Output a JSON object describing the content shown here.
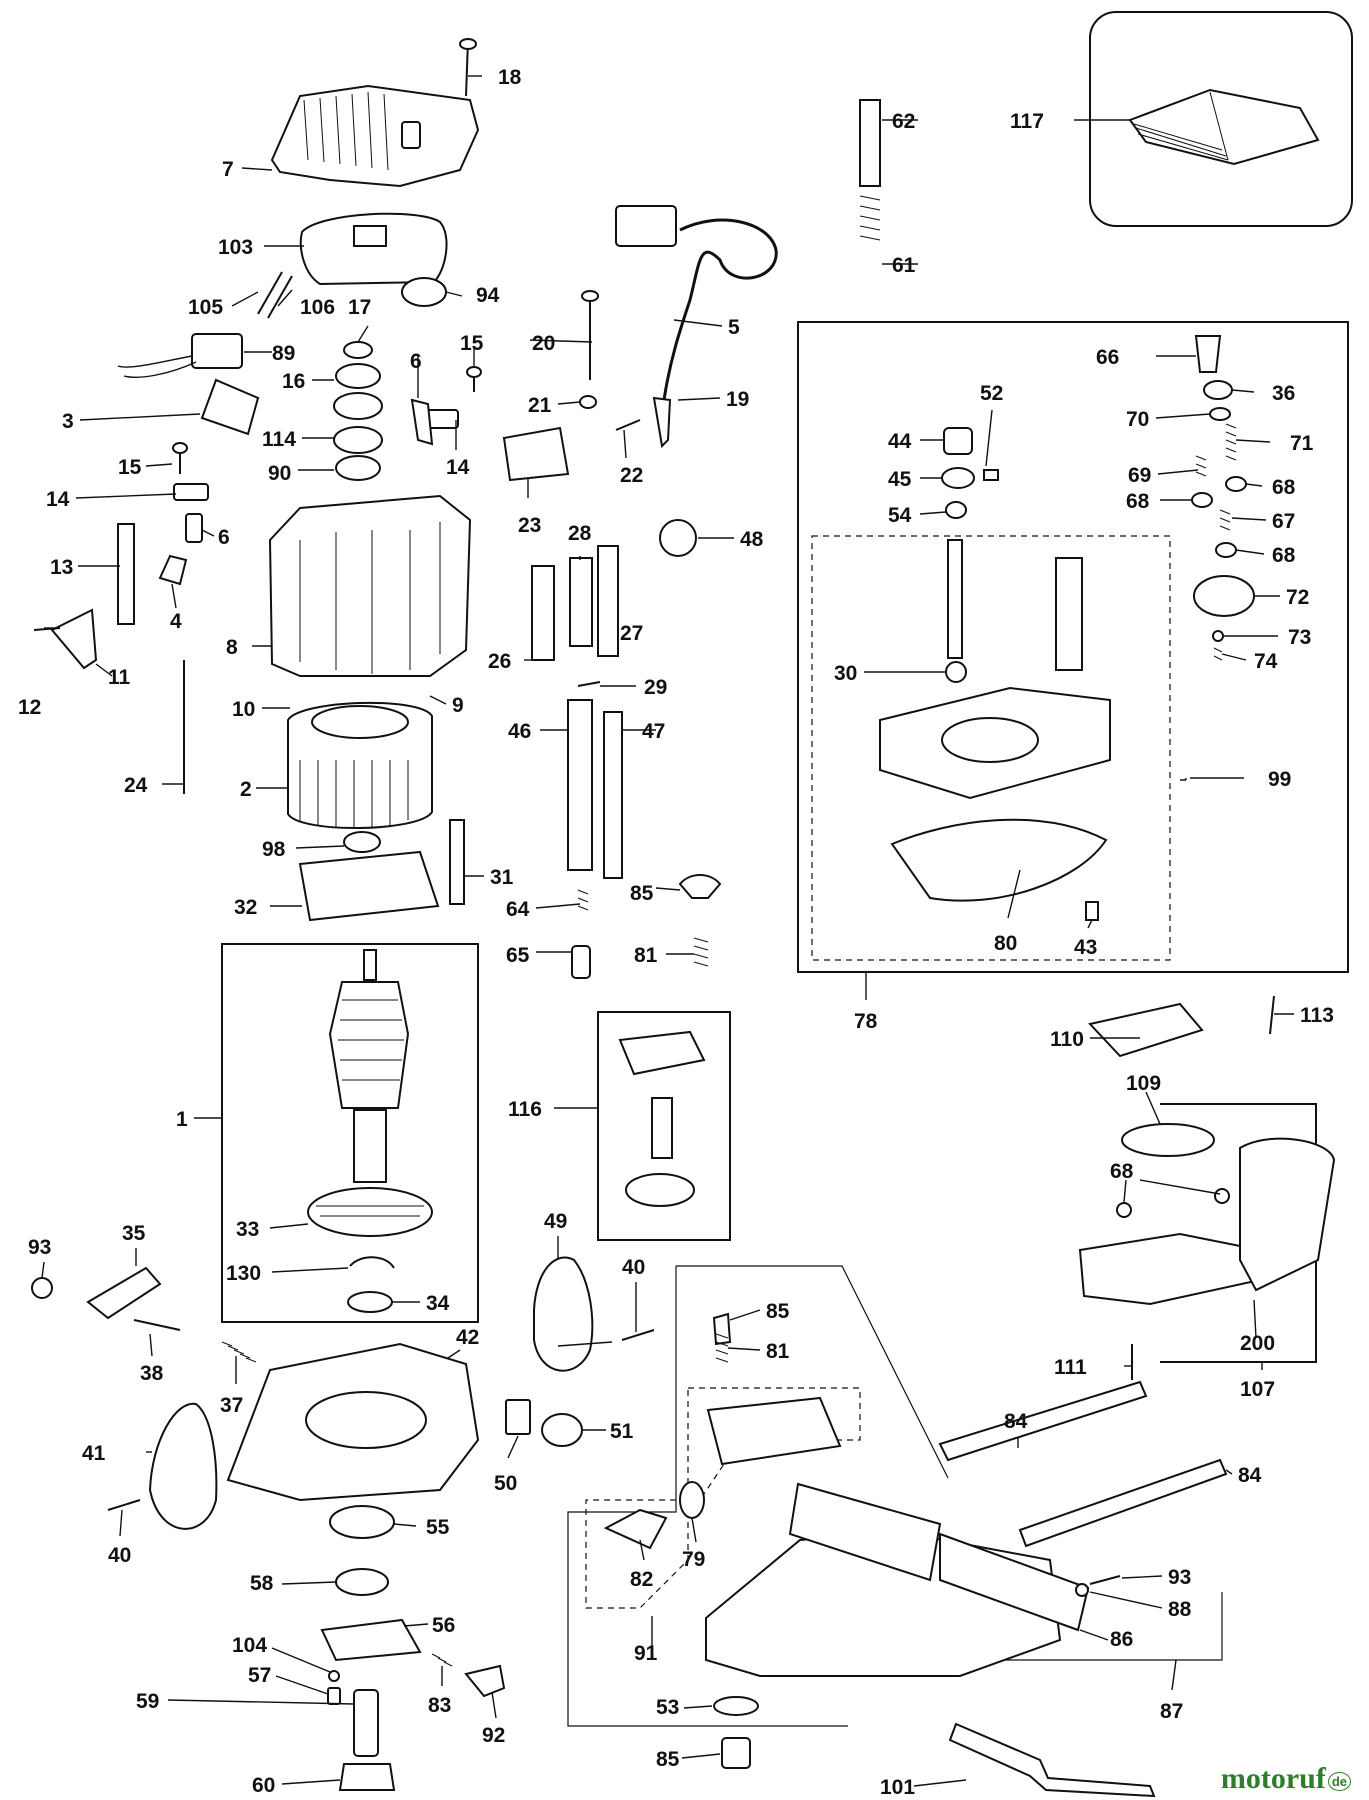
{
  "labels": {
    "p1": "1",
    "p2": "2",
    "p3": "3",
    "p4": "4",
    "p5": "5",
    "p6a": "6",
    "p6b": "6",
    "p7": "7",
    "p8": "8",
    "p9": "9",
    "p10": "10",
    "p11": "11",
    "p12": "12",
    "p13": "13",
    "p14a": "14",
    "p14b": "14",
    "p15a": "15",
    "p15b": "15",
    "p16": "16",
    "p17": "17",
    "p18": "18",
    "p19": "19",
    "p20": "20",
    "p21": "21",
    "p22": "22",
    "p23": "23",
    "p24": "24",
    "p26": "26",
    "p27": "27",
    "p28": "28",
    "p29": "29",
    "p30": "30",
    "p31": "31",
    "p32": "32",
    "p33": "33",
    "p34": "34",
    "p35": "35",
    "p36": "36",
    "p37": "37",
    "p38": "38",
    "p40a": "40",
    "p40b": "40",
    "p41": "41",
    "p42": "42",
    "p43": "43",
    "p44": "44",
    "p45": "45",
    "p46": "46",
    "p47": "47",
    "p48": "48",
    "p49": "49",
    "p50": "50",
    "p51": "51",
    "p52": "52",
    "p53": "53",
    "p54": "54",
    "p55": "55",
    "p56": "56",
    "p57": "57",
    "p58": "58",
    "p59": "59",
    "p60": "60",
    "p61": "61",
    "p62": "62",
    "p64": "64",
    "p65": "65",
    "p66": "66",
    "p67": "67",
    "p68a": "68",
    "p68b": "68",
    "p68c": "68",
    "p68d": "68",
    "p69": "69",
    "p70": "70",
    "p71": "71",
    "p72": "72",
    "p73": "73",
    "p74": "74",
    "p78": "78",
    "p79": "79",
    "p80": "80",
    "p81a": "81",
    "p81b": "81",
    "p82": "82",
    "p83": "83",
    "p84a": "84",
    "p84b": "84",
    "p85a": "85",
    "p85b": "85",
    "p85c": "85",
    "p86": "86",
    "p87": "87",
    "p88": "88",
    "p89": "89",
    "p90": "90",
    "p91": "91",
    "p92": "92",
    "p93a": "93",
    "p93b": "93",
    "p94": "94",
    "p98": "98",
    "p99": "99",
    "p101": "101",
    "p103": "103",
    "p104": "104",
    "p105": "105",
    "p106": "106",
    "p107": "107",
    "p109": "109",
    "p110": "110",
    "p111": "111",
    "p113": "113",
    "p114": "114",
    "p116": "116",
    "p117": "117",
    "p130": "130",
    "p200": "200"
  },
  "watermark": {
    "text": "motoruf",
    "badge": "de"
  }
}
